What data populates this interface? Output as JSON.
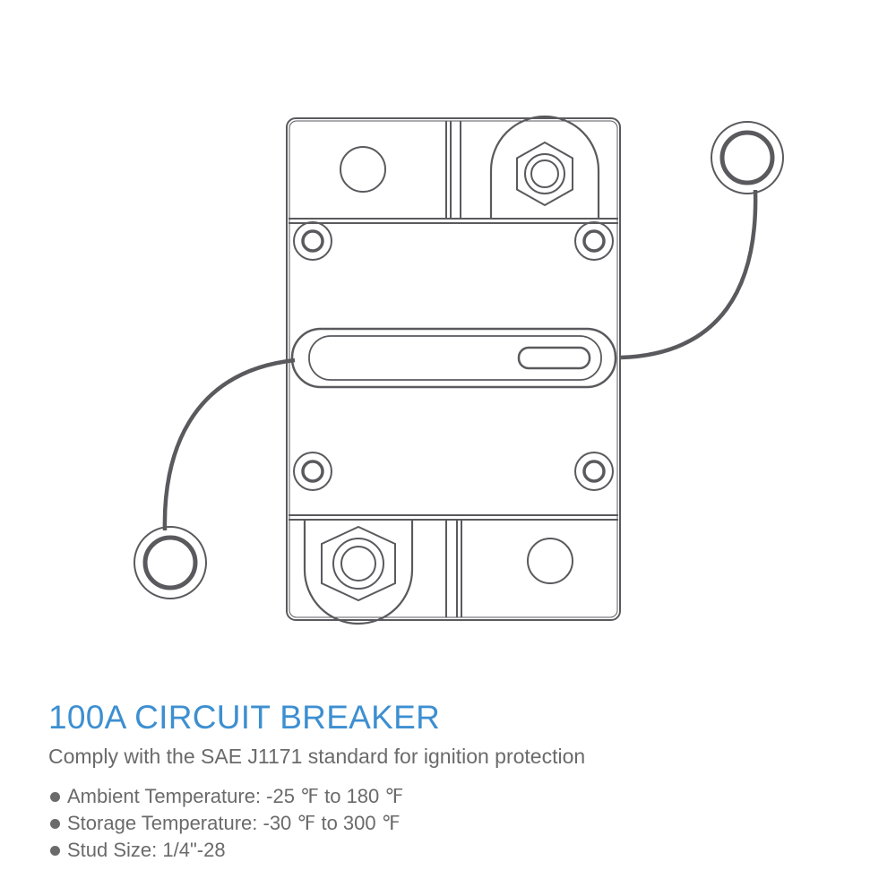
{
  "product": {
    "title": "100A CIRCUIT BREAKER",
    "subtitle": "Comply with the SAE J1171 standard for ignition protection",
    "specs": [
      {
        "label": "Ambient Temperature: -25 ℉ to 180 ℉"
      },
      {
        "label": "Storage Temperature: -30 ℉ to 300 ℉"
      },
      {
        "label": "Stud Size: 1/4\"-28"
      }
    ]
  },
  "colors": {
    "title": "#3d8fd1",
    "text": "#6a6a6a",
    "line": "#5a5a5e"
  },
  "icons": {
    "bullet": "filled-circle",
    "terminal": "ring-terminal",
    "stud": "hex-nut"
  }
}
